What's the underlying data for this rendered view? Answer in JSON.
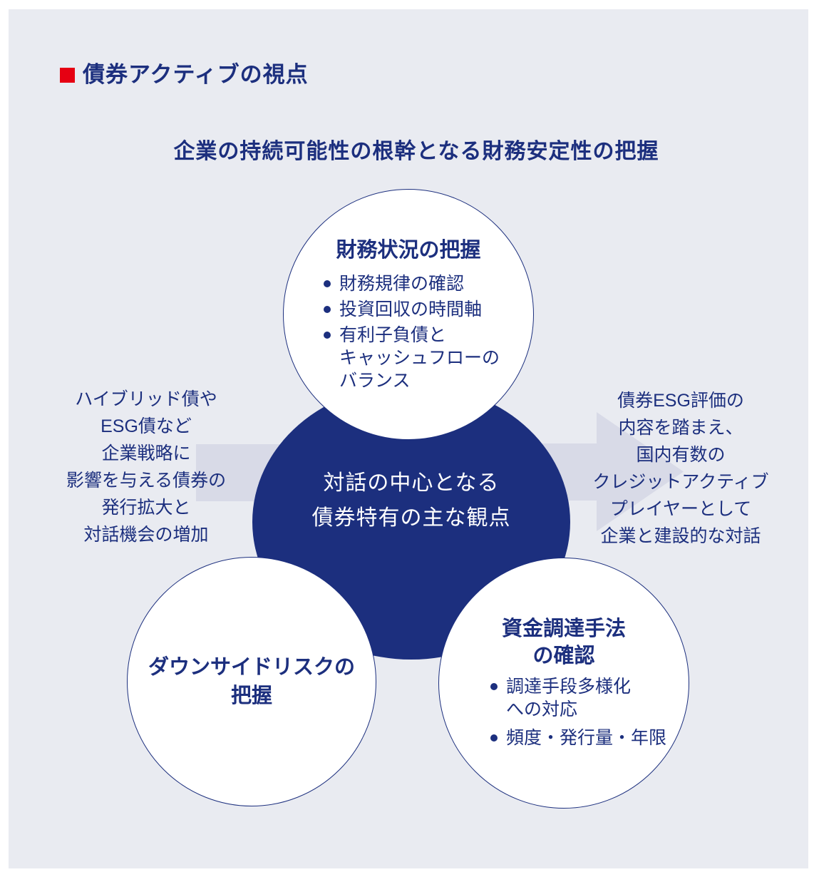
{
  "colors": {
    "panel_background": "#e9ebf1",
    "navy": "#1c2f7e",
    "arrow": "#d8dae7",
    "red": "#e60012",
    "white": "#ffffff"
  },
  "header": {
    "title": "債券アクティブの視点"
  },
  "subtitle": "企業の持続可能性の根幹となる財務安定性の把握",
  "diagram": {
    "center_circle": {
      "text": "対話の中心となる\n債券特有の主な観点"
    },
    "top_circle": {
      "title": "財務状況の把握",
      "bullets": [
        "財務規律の確認",
        "投資回収の時間軸",
        "有利子負債と\nキャッシュフローの\nバランス"
      ]
    },
    "bottom_left_circle": {
      "title": "ダウンサイドリスクの\n把握"
    },
    "bottom_right_circle": {
      "title": "資金調達手法\nの確認",
      "bullets": [
        "調達手段多様化\nへの対応",
        "頻度・発行量・年限"
      ]
    },
    "left_annotation": "ハイブリッド債や\nESG債など\n企業戦略に\n影響を与える債券の\n発行拡大と\n対話機会の増加",
    "right_annotation": "債券ESG評価の\n内容を踏まえ、\n国内有数の\nクレジットアクティブ\nプレイヤーとして\n企業と建設的な対話"
  }
}
